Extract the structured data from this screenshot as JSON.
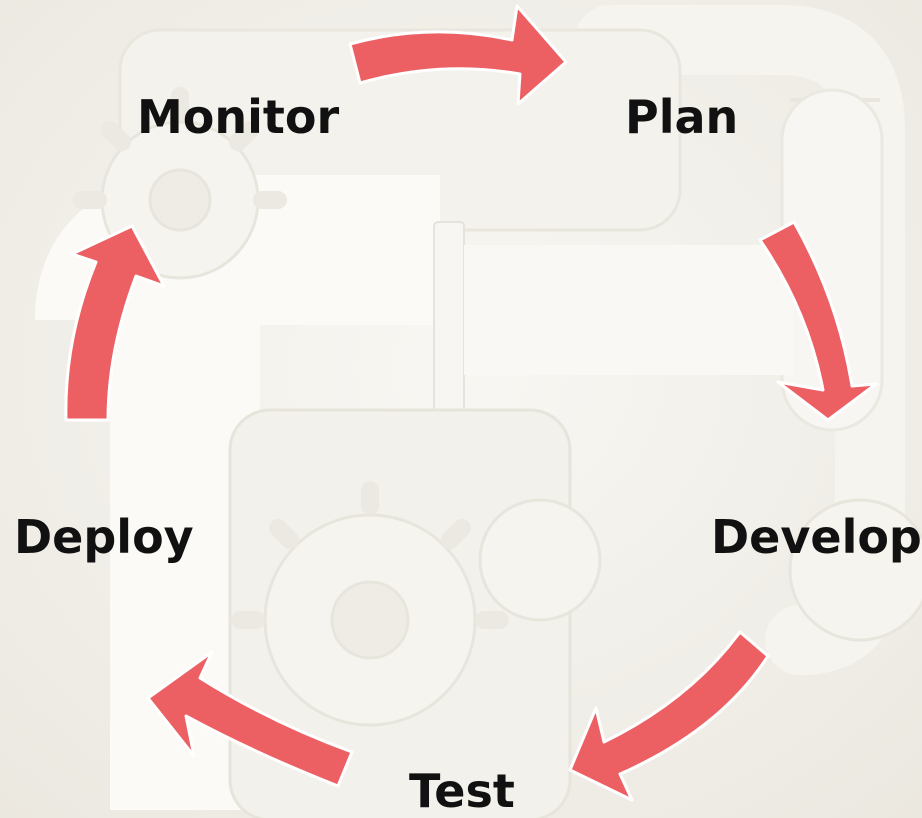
{
  "diagram": {
    "type": "cycle",
    "stages": [
      {
        "id": "plan",
        "label": "Plan"
      },
      {
        "id": "develop",
        "label": "Develop"
      },
      {
        "id": "test",
        "label": "Test"
      },
      {
        "id": "deploy",
        "label": "Deploy"
      },
      {
        "id": "monitor",
        "label": "Monitor"
      }
    ],
    "arrows": [
      {
        "from": "monitor",
        "to": "plan"
      },
      {
        "from": "plan",
        "to": "develop"
      },
      {
        "from": "develop",
        "to": "test"
      },
      {
        "from": "test",
        "to": "deploy"
      },
      {
        "from": "deploy",
        "to": "monitor"
      }
    ]
  },
  "colors": {
    "arrow": "#ec5f63",
    "arrow_outline": "#ffffff",
    "label": "#111111",
    "background": "#f1efe9",
    "background_art": "#fbfaf7"
  },
  "icons": {
    "background": "pipe-and-gears-illustration"
  }
}
